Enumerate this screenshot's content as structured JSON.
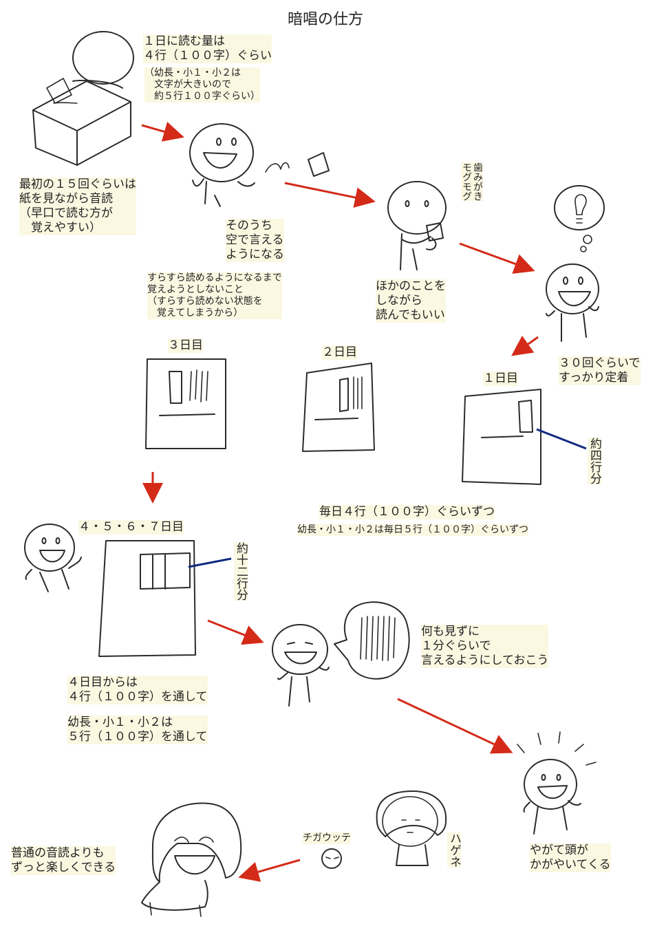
{
  "title": "暗唱の仕方",
  "steps": {
    "daily_amount": "１日に読む量は\n４行（１００字）ぐらい",
    "daily_amount_young": "（幼長・小１・小２は\n　文字が大きいので\n　約５行１００字ぐらい）",
    "first_reading": "最初の１５回ぐらいは\n紙を見ながら音読\n（早口で読む方が\n　覚えやすい）",
    "can_say": "そのうち\n空で言える\nようになる",
    "dont_memorize": "すらすら読めるようになるまで\n覚えようとしないこと\n（すらすら読めない状態を\n　覚えてしまうから）",
    "while_doing": "ほかのことを\nしながら\n読んでもいい",
    "brushing": "歯みがき\nモグモグ",
    "settled": "３０回ぐらいで\nすっかり定着"
  },
  "days": {
    "day1": "１日目",
    "day2": "２日目",
    "day3": "３日目",
    "day4to7": "４・５・６・７日目",
    "approx_four_lines": "約四行分",
    "approx_twelve_lines": "約十二行分",
    "daily_rule": "毎日４行（１００字）ぐらいずつ",
    "daily_rule_young": "幼長・小１・小２は毎日５行（１００字）ぐらいずつ",
    "from_day4": "４日目からは\n４行（１００字）を通して",
    "from_day4_young": "幼長・小１・小２は\n５行（１００字）を通して"
  },
  "ending": {
    "one_minute": "何も見ずに\n１分ぐらいで\n言えるようにしておこう",
    "shine": "やがて頭が\nかがやいてくる",
    "bald": "ハゲネ",
    "wrong": "チガウッテ",
    "fun": "普通の音読よりも\nずっと楽しくできる"
  },
  "colors": {
    "arrow": "#d42a18",
    "pointer": "#102a80",
    "ink": "#2a2a2a",
    "highlight": "#fbf8e2"
  }
}
